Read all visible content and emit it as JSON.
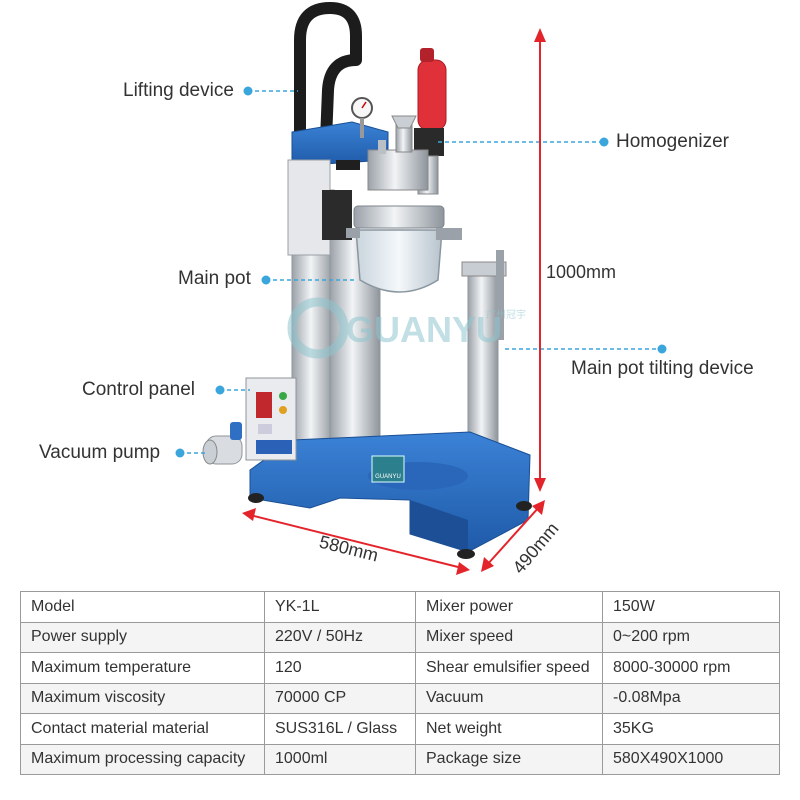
{
  "callouts": {
    "lifting_device": "Lifting device",
    "homogenizer": "Homogenizer",
    "main_pot": "Main pot",
    "main_pot_tilting_device": "Main pot tilting device",
    "control_panel": "Control panel",
    "vacuum_pump": "Vacuum pump"
  },
  "dimensions": {
    "height": "1000mm",
    "width": "580mm",
    "depth": "490mm"
  },
  "branding": {
    "watermark": "GUANYU",
    "watermark_cn": "广州冠宇",
    "base_logo": "GUANYU"
  },
  "colors": {
    "callout_dot": "#3aa6dc",
    "dimension_arrow": "#e4242b",
    "machine_blue": "#2f6fc4"
  },
  "specs": [
    [
      "Model",
      "YK-1L",
      "Mixer power",
      "150W"
    ],
    [
      "Power supply",
      "220V / 50Hz",
      "Mixer speed",
      "0~200 rpm"
    ],
    [
      "Maximum temperature",
      "120",
      "Shear emulsifier speed",
      "8000-30000 rpm"
    ],
    [
      "Maximum viscosity",
      "70000 CP",
      "Vacuum",
      "-0.08Mpa"
    ],
    [
      "Contact material material",
      "SUS316L / Glass",
      "Net weight",
      "35KG"
    ],
    [
      "Maximum processing capacity",
      "1000ml",
      "Package size",
      "580X490X1000"
    ]
  ]
}
